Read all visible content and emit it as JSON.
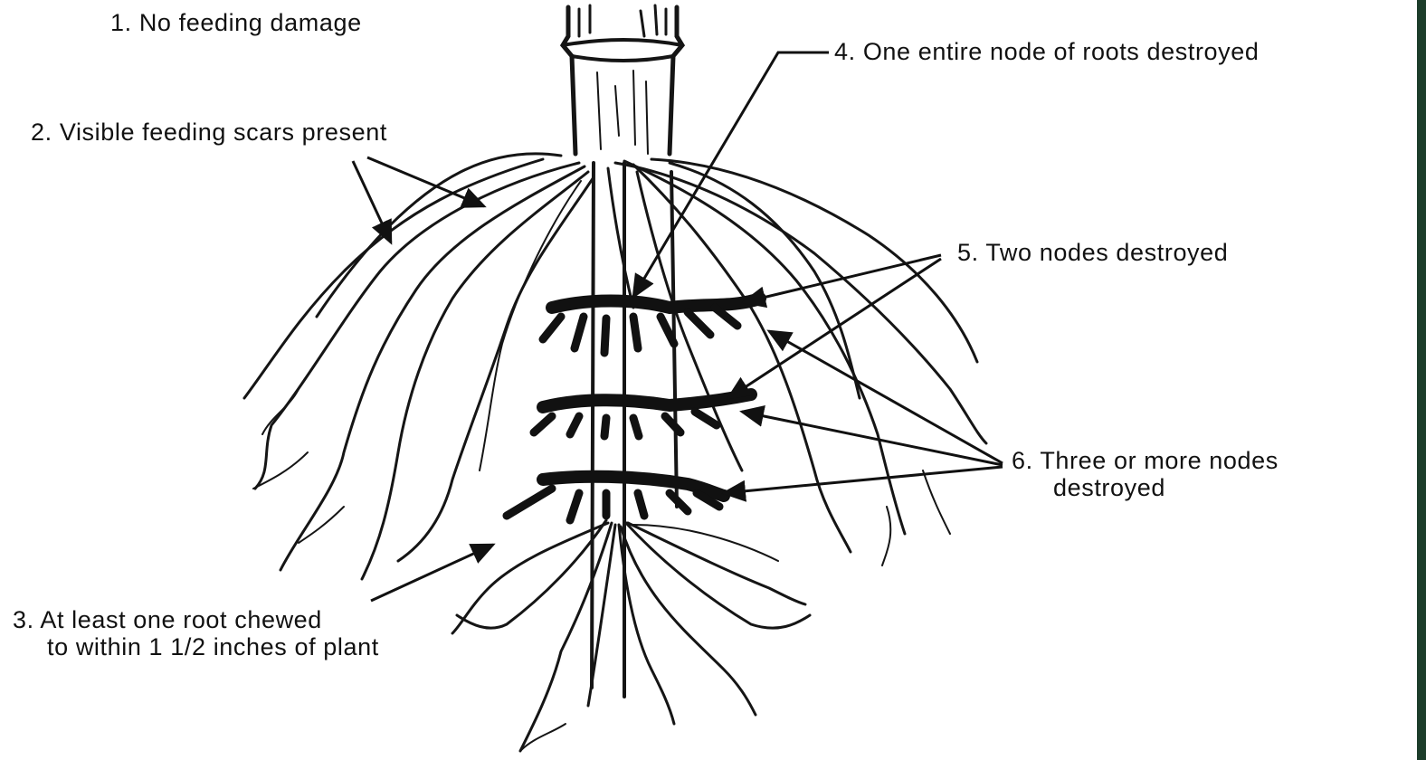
{
  "labels": {
    "l1": "1. No feeding damage",
    "l2": "2. Visible feeding scars present",
    "l3_line1": "3. At least one root chewed",
    "l3_line2": "to within 1 1/2 inches of plant",
    "l4": "4. One entire node of roots destroyed",
    "l5": "5. Two nodes destroyed",
    "l6_line1": "6. Three or more nodes",
    "l6_line2": "destroyed"
  },
  "colors": {
    "ink": "#111111",
    "background": "#ffffff",
    "edge_bar": "#1d3d2a"
  }
}
